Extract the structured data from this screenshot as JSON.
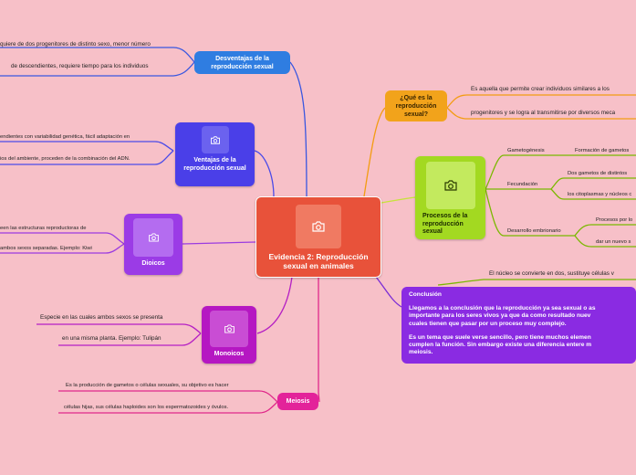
{
  "center": {
    "title": "Evidencia 2: Reproducción sexual en animales",
    "icon": "camera-icon"
  },
  "desventajas": {
    "title": "Desventajas de la reproducción sexual",
    "lines": [
      "quiere de dos progenitores de distinto sexo, menor número",
      "de descendientes, requiere tiempo para los individuos"
    ]
  },
  "ventajas": {
    "title": "Ventajas de la reproducción sexual",
    "lines": [
      "endientes con variabilidad genética, fácil adaptación en",
      "ios del ambiente, proceden de la combinación del ADN."
    ]
  },
  "dioicos": {
    "title": "Dioicos",
    "lines": [
      "een las estructuras reproductoras de",
      "ambos sexos separadas. Ejemplo: Kiwi"
    ]
  },
  "monoicos": {
    "title": "Monoicos",
    "lines": [
      "Especie en las cuales ambos sexos se presenta",
      "en una misma planta. Ejemplo: Tulipán"
    ]
  },
  "meiosis": {
    "title": "Meiosis",
    "lines": [
      "Es la producción de gametos o células sexuales, su objetivo es hacer",
      "células hijas, sus células haploides son los espermatozoides y óvulos."
    ]
  },
  "que_es": {
    "title": "¿Qué es la reproducción sexual?",
    "lines": [
      "Es aquella que permite crear individuos similares a los",
      "progenitores y se logra al transmitirse por diversos meca"
    ]
  },
  "procesos": {
    "title": "Procesos de la reproducción sexual",
    "gametogenesis": {
      "label": "Gametogénesis",
      "detail": "Formación de gametos"
    },
    "fecundacion": {
      "label": "Fecundación",
      "details": [
        "Dos gametos de distintos",
        "los citoplasmas  y núcleos c"
      ]
    },
    "desarrollo": {
      "label": "Desarrollo embrionario",
      "details": [
        "Procesos por lo",
        "dar un nuevo s"
      ]
    }
  },
  "meiosis_note": "El núcleo se convierte en dos, sustituye células v",
  "conclusion": {
    "title": "Conclusión",
    "p1": [
      "Llegamos a la conclusión que la reproducción ya sea sexual o as",
      "importante para los seres vivos ya que da como resultado nuev",
      "cuales tienen que pasar por un proceso muy complejo."
    ],
    "p2": [
      "Es un tema que suele verse sencillo, pero tiene muchos elemen",
      "cumplen la función. Sin embargo existe una diferencia entere m",
      "meiosis."
    ]
  }
}
